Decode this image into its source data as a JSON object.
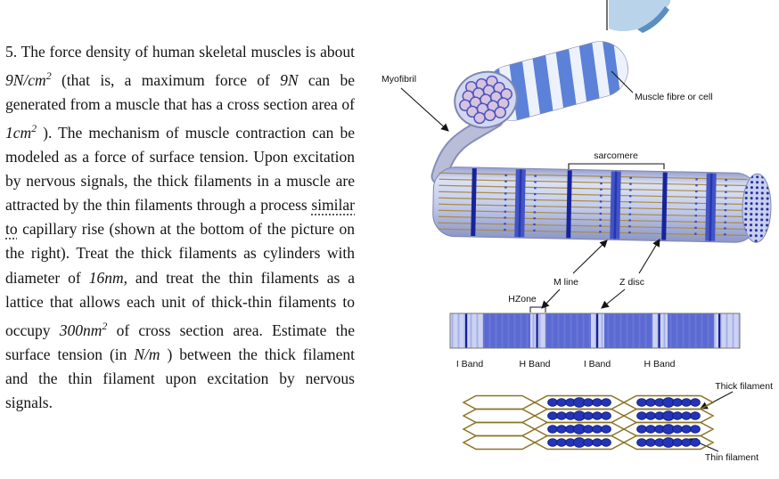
{
  "problem": {
    "number": "5.",
    "segments": [
      {
        "v": "5.  The force density of human skeletal muscles is about "
      },
      {
        "v": "9N/cm",
        "m": true
      },
      {
        "v": "2",
        "m": true,
        "sup": true
      },
      {
        "v": " (that is, a maximum force of "
      },
      {
        "v": "9N",
        "m": true
      },
      {
        "v": " can be generated from a muscle that has a cross section area of "
      },
      {
        "v": "1cm",
        "m": true
      },
      {
        "v": "2",
        "m": true,
        "sup": true
      },
      {
        "v": " ). The mechanism of muscle contraction can be modeled as a force of surface tension. Upon excitation by nervous signals, the thick filaments in a muscle are attracted by the thin filaments through a process "
      },
      {
        "v": "similar to",
        "u": true
      },
      {
        "v": " capillary rise (shown at the bottom of the picture on the right). Treat the thick filaments as cylinders with diameter of "
      },
      {
        "v": "16nm",
        "m": true
      },
      {
        "v": ", and treat the thin filaments as a lattice that allows each unit of thick-thin filaments to occupy "
      },
      {
        "v": "300nm",
        "m": true
      },
      {
        "v": "2",
        "m": true,
        "sup": true
      },
      {
        "v": " of cross section area. Estimate the surface tension (in "
      },
      {
        "v": "N/m",
        "m": true
      },
      {
        "v": " ) between the thick filament and the thin filament upon excitation by nervous signals."
      }
    ]
  },
  "diagram": {
    "labels": {
      "myofibril": "Myofibril",
      "muscle_fibre": "Muscle fibre or cell",
      "sarcomere": "sarcomere",
      "m_line": "M line",
      "z_disc": "Z disc",
      "hzone": "HZone",
      "thick_filament": "Thick filament",
      "thin_filament": "Thin filament"
    },
    "band_labels": [
      "I Band",
      "H Band",
      "I Band",
      "H Band"
    ],
    "colors": {
      "stripe_blue": "#5b82d8",
      "band_navy": "#16249c",
      "m_band_blue": "#4254c6",
      "lavender": "#c3cbed",
      "filament_tan": "#8a7326",
      "bead_blue": "#2334b6",
      "fragment_light_blue": "#b8d3ea"
    }
  }
}
